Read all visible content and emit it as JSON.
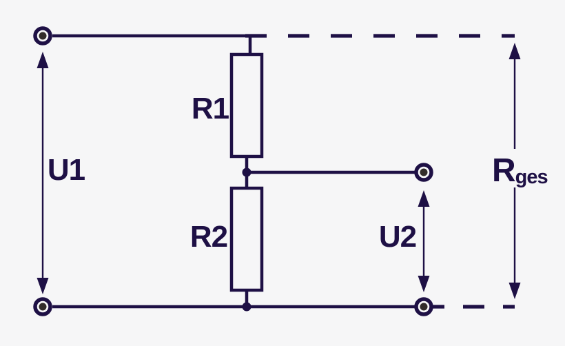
{
  "diagram": {
    "labels": {
      "u1": "U1",
      "r1": "R1",
      "r2": "R2",
      "u2": "U2",
      "rges_base": "R",
      "rges_sub": "ges"
    },
    "colors": {
      "ink": "#1e1045",
      "terminal_dot": "#322c2a",
      "bg": "#f6f6f7"
    }
  }
}
